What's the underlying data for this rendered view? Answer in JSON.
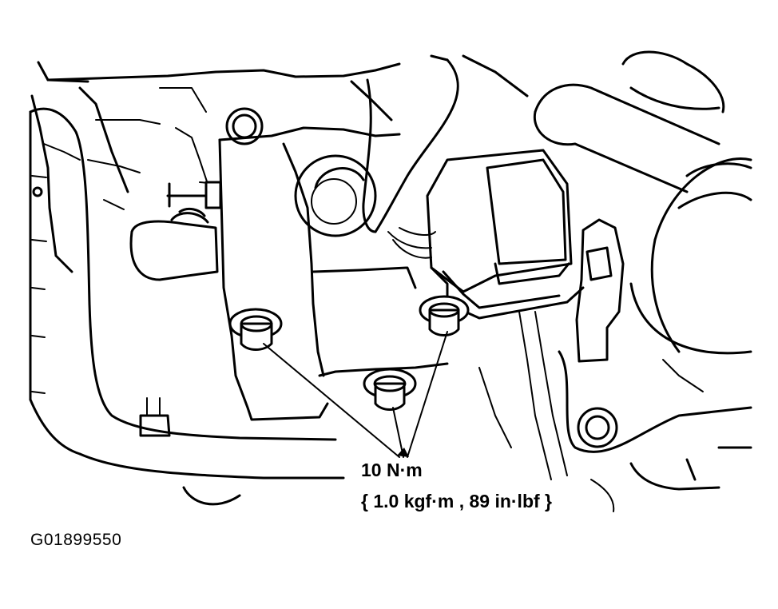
{
  "callout": {
    "torque_value": "10 N·m",
    "torque_alt": "{ 1.0 kgf·m , 89 in·lbf }"
  },
  "figure": {
    "id": "G01899550"
  }
}
